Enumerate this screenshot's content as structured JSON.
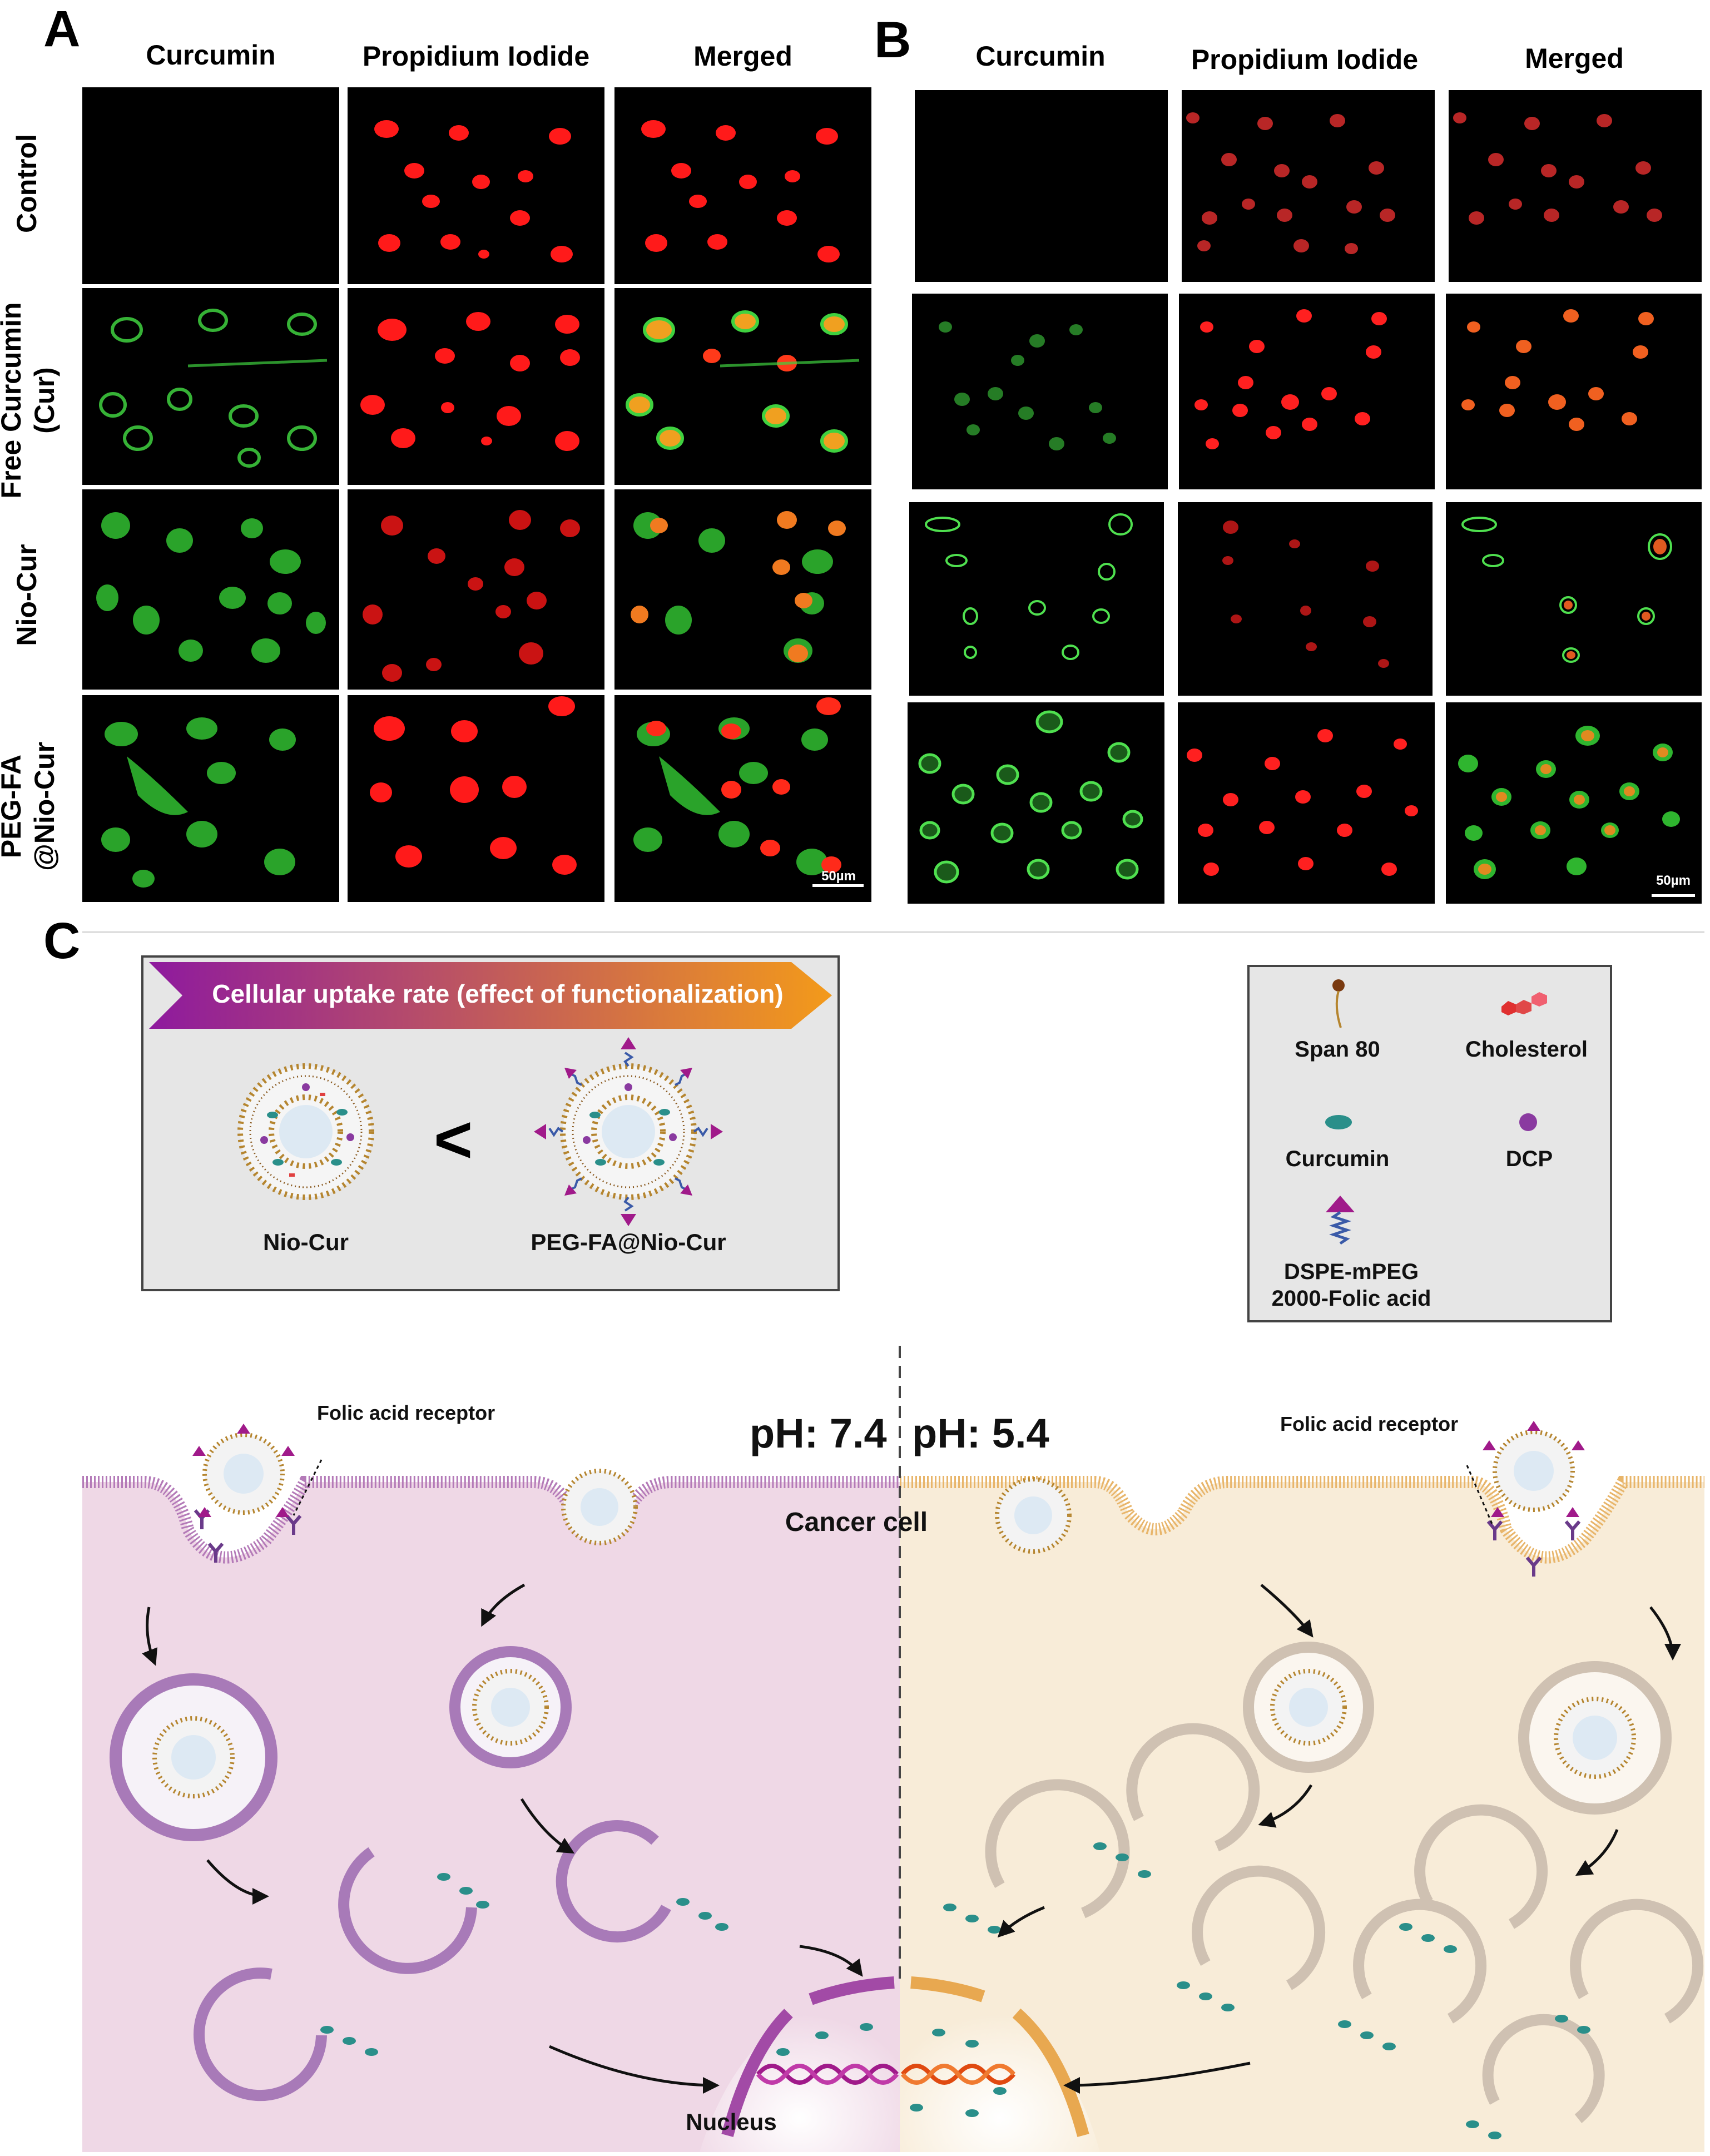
{
  "panels": {
    "a": {
      "label": "A"
    },
    "b": {
      "label": "B"
    },
    "c": {
      "label": "C"
    }
  },
  "microscopy": {
    "columns": [
      "Curcumin",
      "Propidium Iodide",
      "Merged"
    ],
    "rows": [
      "Control",
      "Free Curcumin",
      "(Cur)",
      "Nio-Cur",
      "PEG-FA",
      "@Nio-Cur"
    ],
    "scale_bar": "50µm",
    "colors": {
      "curcumin": "#3fd13f",
      "propidium_iodide": "#ff1a1a",
      "merged_overlap": "#f0a020",
      "background": "#000000"
    }
  },
  "schematic": {
    "uptake_title": "Cellular uptake rate (effect of functionalization)",
    "comparison_symbol": "<",
    "nio_cur": "Nio-Cur",
    "peg_fa_nio_cur": "PEG-FA@Nio-Cur",
    "legend": {
      "span80": "Span 80",
      "cholesterol": "Cholesterol",
      "curcumin": "Curcumin",
      "dcp": "DCP",
      "dspe_line1": "DSPE-mPEG",
      "dspe_line2": "2000-Folic acid"
    },
    "ph_left": "pH: 7.4",
    "ph_right": "pH: 5.4",
    "cancer_cell": "Cancer cell",
    "folic_receptor": "Folic acid receptor",
    "nucleus": "Nucleus",
    "colors": {
      "left_bg": "#efd8e6",
      "right_bg": "#f8ecd8",
      "left_membrane": "#b47ab8",
      "right_membrane": "#e8b56a",
      "vesicle_shell": "#b5852f",
      "arrow_gradient_start": "#8e1a9e",
      "arrow_gradient_end": "#f39a1a"
    }
  }
}
